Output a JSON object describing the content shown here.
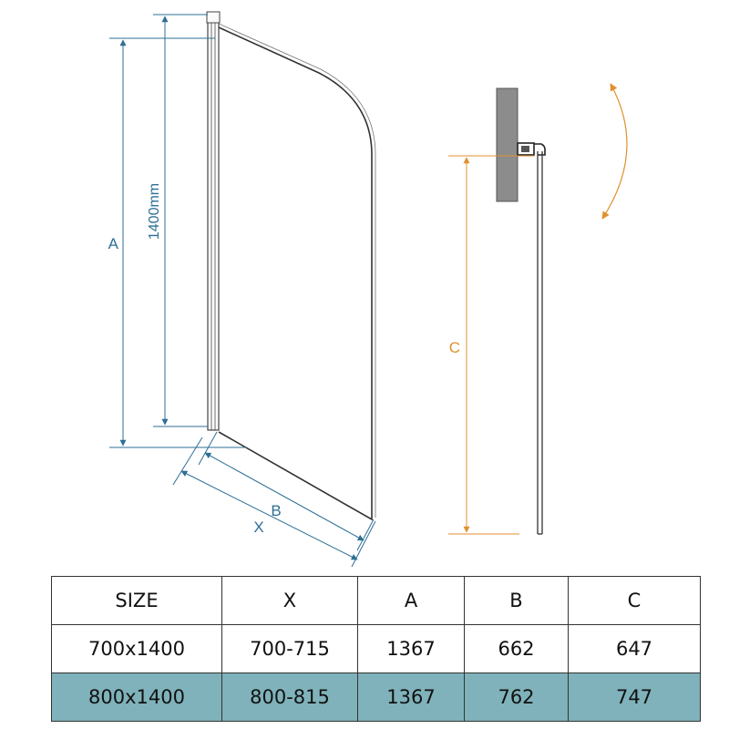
{
  "diagram": {
    "front_view": {
      "height_label": "1400mm",
      "dim_a": "A",
      "dim_b": "B",
      "dim_x": "X"
    },
    "side_view": {
      "dim_c": "C"
    },
    "colors": {
      "dimension_blue": "#2e6f95",
      "dimension_orange": "#e0902e",
      "wall_gray": "#8c8c8c"
    }
  },
  "table": {
    "headers": [
      "SIZE",
      "X",
      "A",
      "B",
      "C"
    ],
    "rows": [
      [
        "700x1400",
        "700-715",
        "1367",
        "662",
        "647"
      ],
      [
        "800x1400",
        "800-815",
        "1367",
        "762",
        "747"
      ]
    ],
    "highlight_color": "#7fb2ba"
  }
}
